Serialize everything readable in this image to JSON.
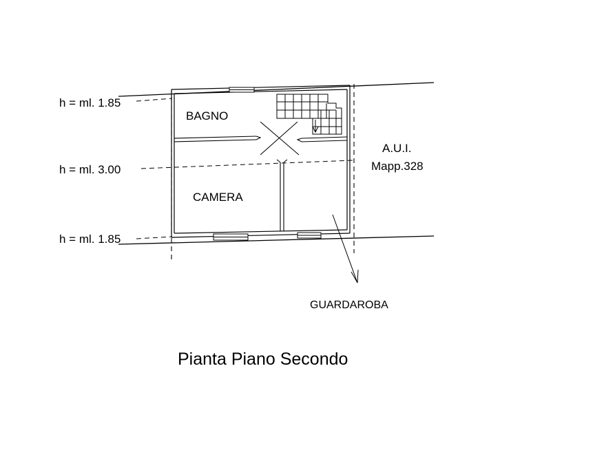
{
  "title": "Pianta Piano Secondo",
  "heights": {
    "top": "h = ml. 1.85",
    "middle": "h = ml. 3.00",
    "bottom": "h = ml. 1.85"
  },
  "rooms": {
    "bagno": "BAGNO",
    "camera": "CAMERA",
    "guardaroba": "GUARDAROBA"
  },
  "neighbor": {
    "line1": "A.U.I.",
    "line2": "Mapp.328"
  },
  "colors": {
    "ink": "#000000",
    "background": "#ffffff"
  }
}
